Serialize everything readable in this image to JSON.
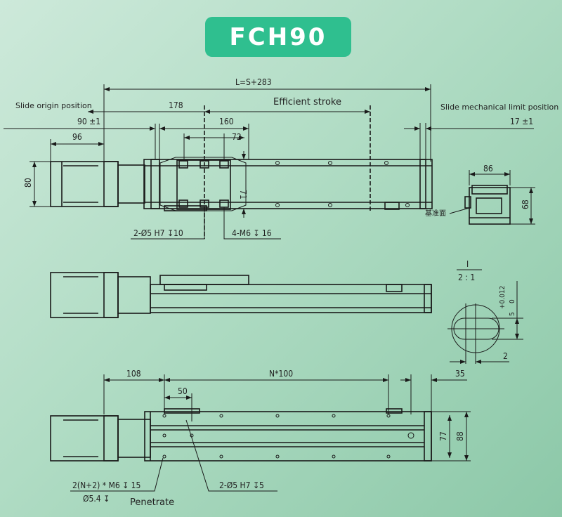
{
  "title": "FCH90",
  "top_view": {
    "length": "L=S+283",
    "slide_origin": "Slide origin position",
    "d178": "178",
    "efficient_stroke": "Efficient stroke",
    "slide_limit": "Slide mechanical limit position",
    "d160": "160",
    "d90": "90 ±1",
    "d17": "17 ±1",
    "d96": "96",
    "d72": "72",
    "d80": "80",
    "d71": "71",
    "pin_holes": "2-Ø5 H7 ↧10",
    "tapped_holes": "4-M6 ↧ 16"
  },
  "end_view": {
    "width": "86",
    "height": "68",
    "datum": "基准面"
  },
  "detail": {
    "label": "I",
    "scale": "2 : 1",
    "tol_upper": "+0.012",
    "tol_lower": "0",
    "d5": "5",
    "d2": "2",
    "d35": "35"
  },
  "bottom_view": {
    "d108": "108",
    "pitch": "N*100",
    "d50": "50",
    "d77": "77",
    "d88": "88",
    "mount_holes": "2(N+2) * M6 ↧ 15",
    "through": "Ø5.4 ↧",
    "penetrate": "Penetrate",
    "pin_holes": "2-Ø5 H7 ↧5"
  }
}
